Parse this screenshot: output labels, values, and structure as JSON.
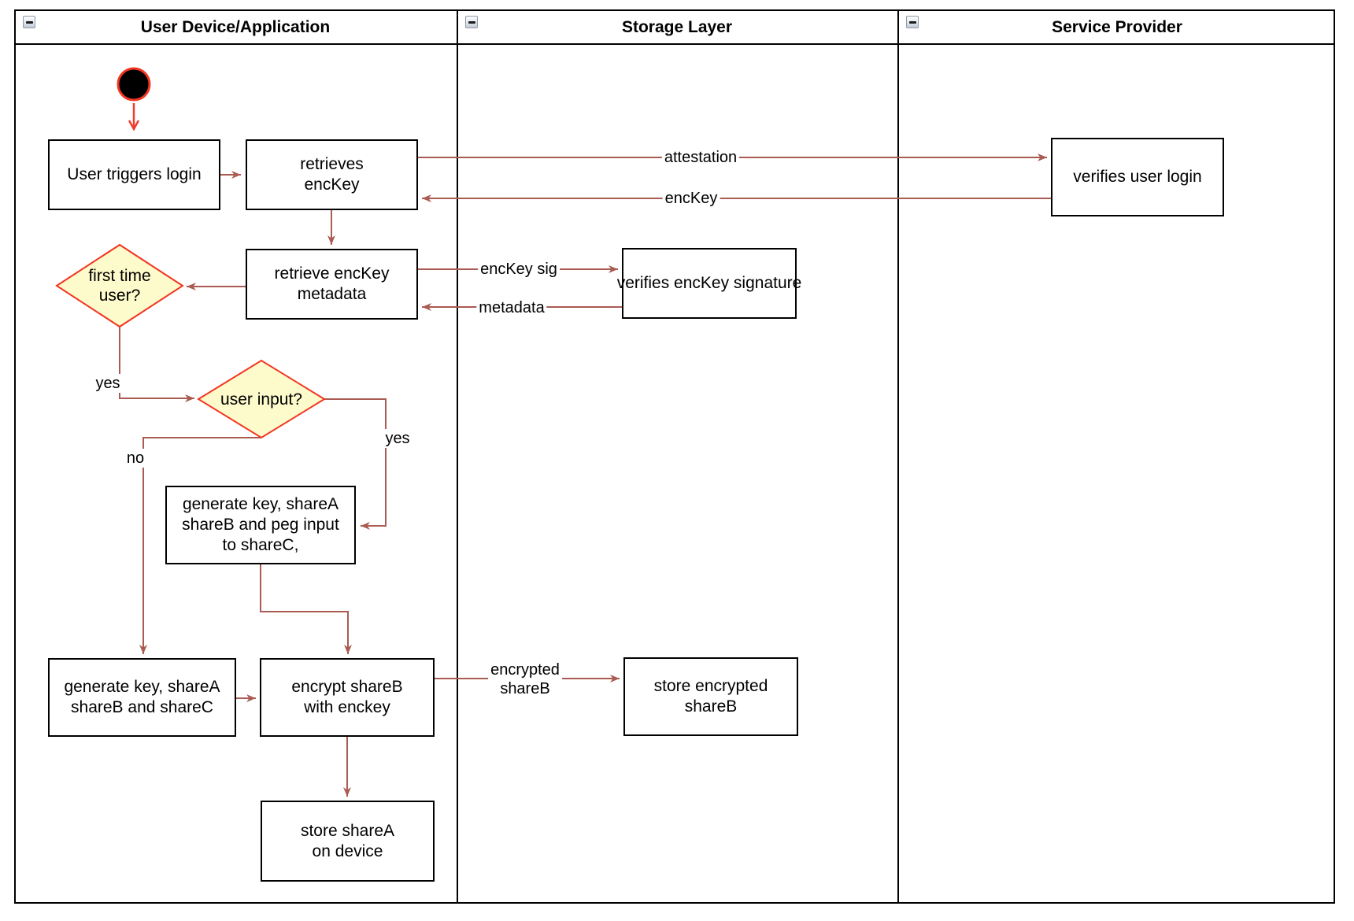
{
  "colors": {
    "arrow_brown": "#aa5b52",
    "arrow_red": "#ee3d30",
    "shape_border": "#000000",
    "decision_fill": "#fdfacb",
    "decision_border": "#f23520",
    "start_fill": "#000000",
    "lane_border": "#000000"
  },
  "lanes": [
    {
      "title": "User Device/Application"
    },
    {
      "title": "Storage Layer"
    },
    {
      "title": "Service Provider"
    }
  ],
  "nodes": {
    "user_triggers_login": "User triggers login",
    "retrieves_enckey": "retrieves\nencKey",
    "verifies_user_login": "verifies user login",
    "retrieve_enckey_metadata": "retrieve encKey\nmetadata",
    "verifies_enckey_signature": "verifies encKey signature",
    "first_time_user": "first time\nuser?",
    "user_input": "user input?",
    "generate_key_peg_input": "generate key, shareA\nshareB and peg input\nto shareC,",
    "generate_key_sharec": "generate key, shareA\nshareB and shareC",
    "encrypt_shareb": "encrypt shareB\nwith enckey",
    "store_encrypted_shareb": "store encrypted\nshareB",
    "store_sharea": "store shareA\non device"
  },
  "edge_labels": {
    "attestation": "attestation",
    "enckey": "encKey",
    "enckey_sig": "encKey sig",
    "metadata": "metadata",
    "yes_first_time": "yes",
    "no_user_input": "no",
    "yes_user_input": "yes",
    "encrypted_shareb": "encrypted\nshareB"
  }
}
